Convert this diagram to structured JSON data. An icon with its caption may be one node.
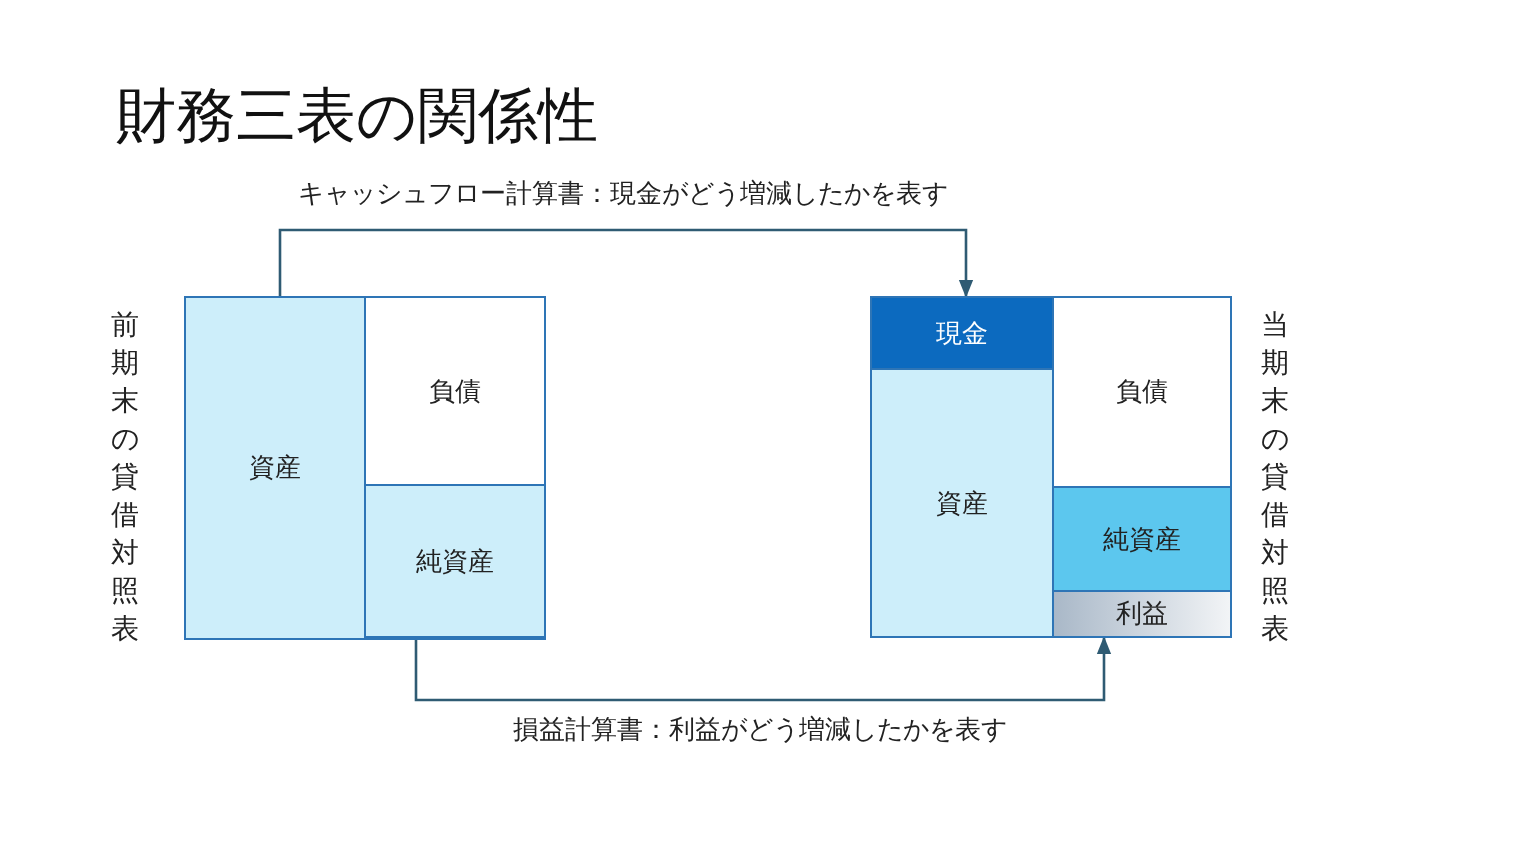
{
  "diagram": {
    "title": "財務三表の関係性",
    "nodes": [
      {
        "text": [
          "前期末の貸借対照表"
        ]
      },
      {
        "text": [
          "資産"
        ],
        "in": 0
      },
      {
        "text": [
          "負債"
        ],
        "in": 0
      },
      {
        "text": [
          "純資産"
        ],
        "in": 0
      },
      {
        "text": [
          "当期末の貸借対照表"
        ]
      },
      {
        "text": [
          "現金"
        ],
        "in": 4
      },
      {
        "text": [
          "資産"
        ],
        "in": 4
      },
      {
        "text": [
          "負債"
        ],
        "in": 4
      },
      {
        "text": [
          "純資産"
        ],
        "in": 4
      },
      {
        "text": [
          "利益"
        ],
        "in": 4
      }
    ],
    "edges": [
      {
        "from": 1,
        "to": 5,
        "arrow": "to",
        "label": "キャッシュフロー計算書：現金がどう増減したかを表す"
      },
      {
        "from": 3,
        "to": 9,
        "arrow": "to",
        "label": "損益計算書：利益がどう増減したかを表す"
      }
    ]
  }
}
